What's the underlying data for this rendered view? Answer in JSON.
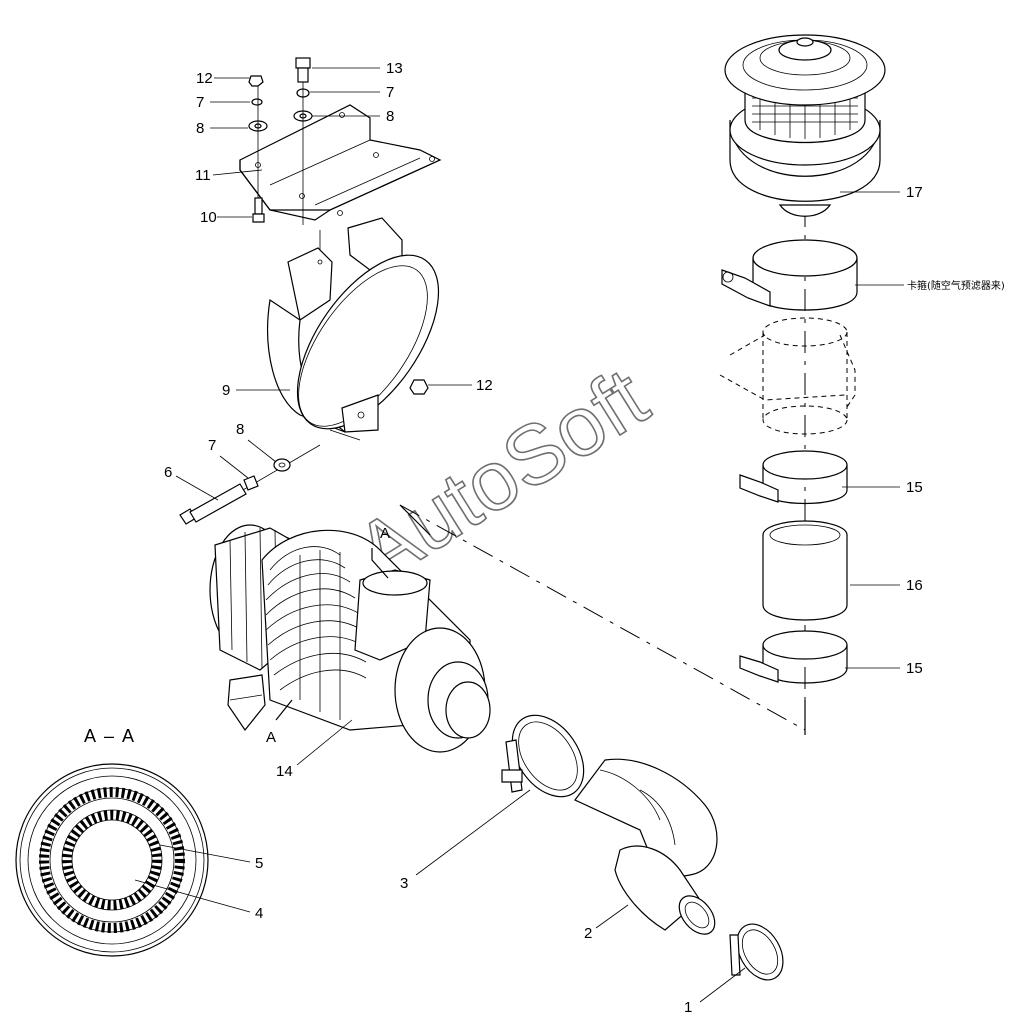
{
  "diagram": {
    "section_label": "A – A",
    "section_markers": [
      "A",
      "A"
    ],
    "watermark": "AutoSoft",
    "note_text": "卡箍(随空气预滤器来)",
    "callouts": [
      "12",
      "7",
      "8",
      "11",
      "10",
      "13",
      "7",
      "8",
      "9",
      "12",
      "6",
      "7",
      "8",
      "14",
      "17",
      "15",
      "16",
      "15",
      "5",
      "4",
      "3",
      "2",
      "1"
    ]
  }
}
